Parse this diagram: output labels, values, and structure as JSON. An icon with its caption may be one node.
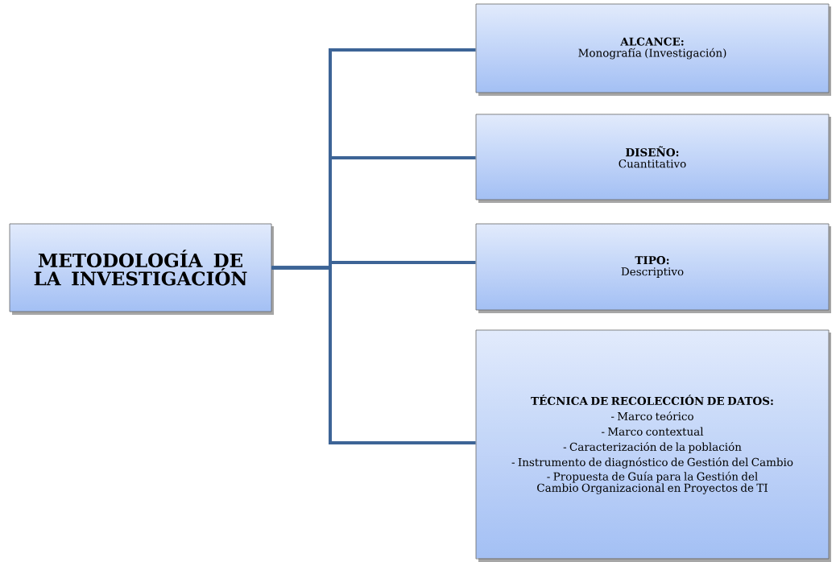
{
  "diagram": {
    "nodes": [
      {
        "text": [
          "METODOLOGÍA DE LA INVESTIGACIÓN"
        ]
      },
      {
        "text": [
          "ALCANCE:",
          "Monografía (Investigación)"
        ]
      },
      {
        "text": [
          "DISEÑO:",
          "Cuantitativo"
        ]
      },
      {
        "text": [
          "TIPO:",
          "Descriptivo"
        ]
      },
      {
        "text": [
          "TÉCNICA DE RECOLECCIÓN DE DATOS:",
          "- Marco teórico",
          "- Marco contextual",
          "- Caracterización de la población",
          "- Instrumento de diagnóstico de Gestión del Cambio",
          "- Propuesta de Guía para la Gestión del Cambio Organizacional en Proyectos de TI"
        ]
      }
    ],
    "edges": [
      {
        "from": 0,
        "to": 1,
        "arrow": "none"
      },
      {
        "from": 0,
        "to": 2,
        "arrow": "none"
      },
      {
        "from": 0,
        "to": 3,
        "arrow": "none"
      },
      {
        "from": 0,
        "to": 4,
        "arrow": "none"
      }
    ]
  }
}
